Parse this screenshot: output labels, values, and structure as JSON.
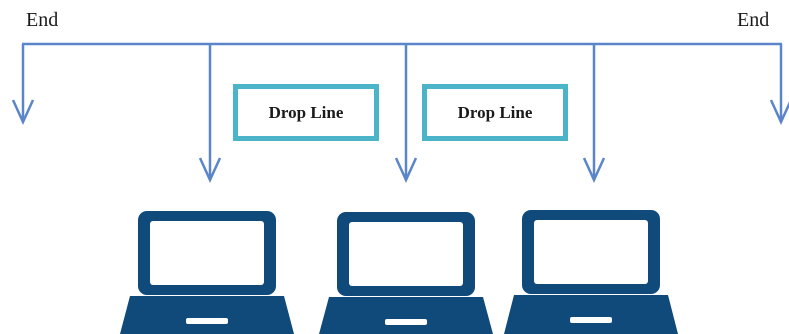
{
  "labels": {
    "end_left": "End",
    "end_right": "End",
    "drop_line_1": "Drop Line",
    "drop_line_2": "Drop Line"
  },
  "colors": {
    "line": "#5b85c9",
    "box_border": "#4bb4c8",
    "laptop": "#0f4a7a",
    "screen": "#ffffff"
  },
  "icons": {
    "computers": [
      "laptop-icon",
      "laptop-icon",
      "laptop-icon"
    ]
  }
}
